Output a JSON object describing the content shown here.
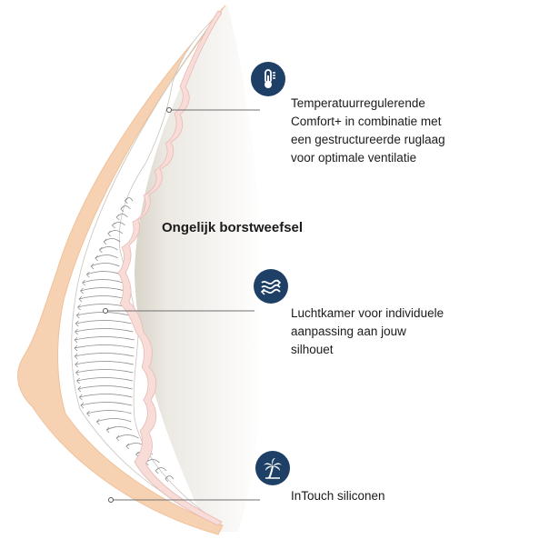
{
  "colors": {
    "skin": "#f6d2b2",
    "skin_edge": "#efc19a",
    "pink_layer": "#f7dcd8",
    "shadow": "#e4e0d8",
    "icon_bg": "#1e3f66",
    "leader": "#707070",
    "chamber_line": "#8a8a8a"
  },
  "center_label": "Ongelijk borstweefsel",
  "features": [
    {
      "icon": "thermometer-icon",
      "caption": "Temperatuurregulerende\nComfort+ in combinatie met\neen gestructureerde ruglaag\nvoor optimale ventilatie"
    },
    {
      "icon": "air-flow-icon",
      "caption": "Luchtkamer voor individuele\naanpassing aan jouw\nsilhouet"
    },
    {
      "icon": "palm-tree-icon",
      "caption": "InTouch siliconen"
    }
  ]
}
